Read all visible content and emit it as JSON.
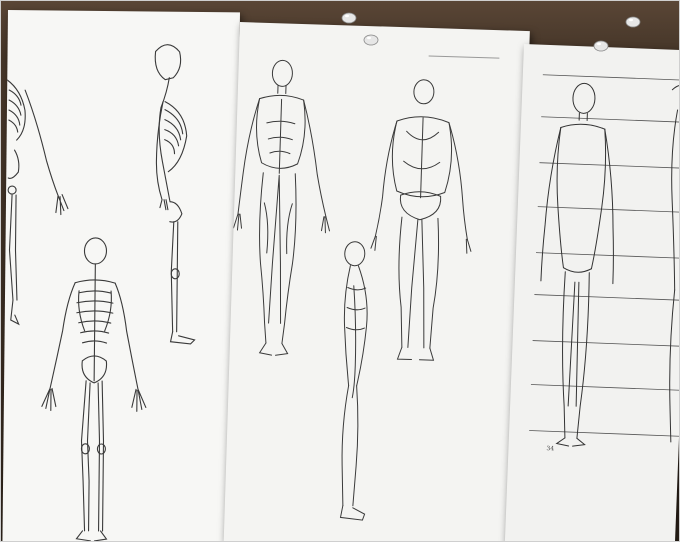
{
  "scene": {
    "subject": "anatomy-reference-sheets",
    "colors": {
      "board": "#3a2d22",
      "paper": "#f7f7f5",
      "ink": "#333333"
    }
  },
  "sheets": [
    {
      "name": "skeleton-sheet",
      "figures": [
        "skeleton-front-partial",
        "skeleton-back",
        "skeleton-side"
      ]
    },
    {
      "name": "muscle-sheet",
      "figures": [
        "muscles-front",
        "muscles-back",
        "muscles-side"
      ]
    },
    {
      "name": "proportion-sheet",
      "figures": [
        "figure-front",
        "figure-side-partial"
      ]
    }
  ],
  "pins": [
    "pin-1",
    "pin-2",
    "pin-3",
    "pin-4"
  ],
  "proportion_sheet": {
    "page_number": "34"
  }
}
